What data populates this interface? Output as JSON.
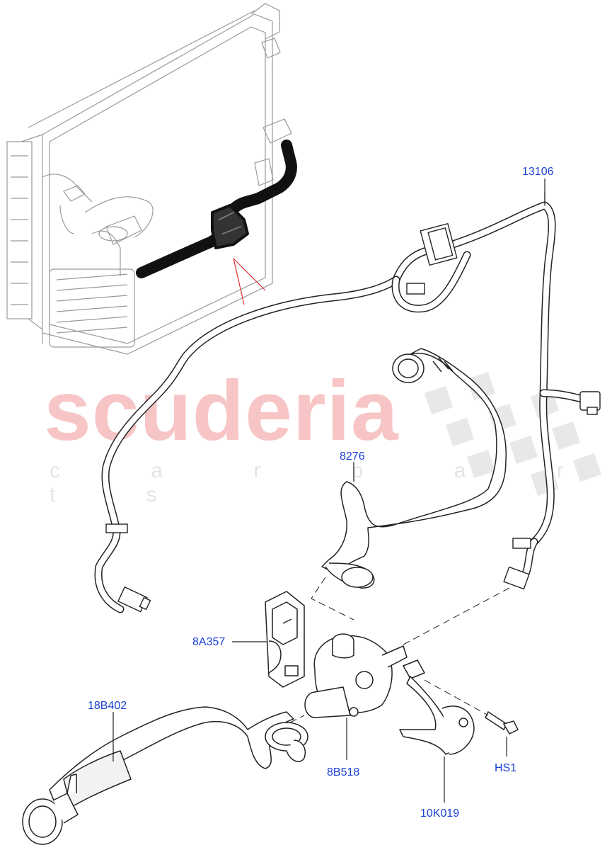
{
  "watermark": {
    "brand": "scuderia",
    "tagline": "c a r  p a r t s",
    "brand_color": "#f7c5c5",
    "tagline_color": "#e4e4e4"
  },
  "callout_color": "#1a3fd6",
  "callouts": [
    {
      "id": "harness",
      "label": "13106"
    },
    {
      "id": "hose-upper",
      "label": "8276"
    },
    {
      "id": "bracket-left",
      "label": "8A357"
    },
    {
      "id": "hose-lower",
      "label": "18B402"
    },
    {
      "id": "pump",
      "label": "8B518"
    },
    {
      "id": "bolt",
      "label": "HS1"
    },
    {
      "id": "strap-bracket",
      "label": "10K019"
    }
  ]
}
